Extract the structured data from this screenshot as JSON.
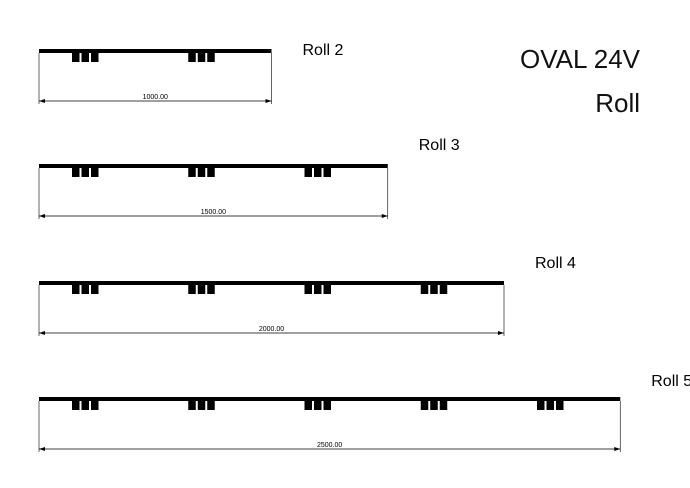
{
  "title": {
    "line1": "OVAL 24V",
    "line2": "Roll"
  },
  "colors": {
    "ink": "#000000",
    "background": "#ffffff"
  },
  "rolls": [
    {
      "label": "Roll 2",
      "dimension": "1000.00",
      "length": 1000,
      "light_modules": 2,
      "modules_per_group": 3
    },
    {
      "label": "Roll 3",
      "dimension": "1500.00",
      "length": 1500,
      "light_modules": 3,
      "modules_per_group": 3
    },
    {
      "label": "Roll 4",
      "dimension": "2000.00",
      "length": 2000,
      "light_modules": 4,
      "modules_per_group": 3
    },
    {
      "label": "Roll 5",
      "dimension": "2500.00",
      "length": 2500,
      "light_modules": 5,
      "modules_per_group": 3
    }
  ]
}
